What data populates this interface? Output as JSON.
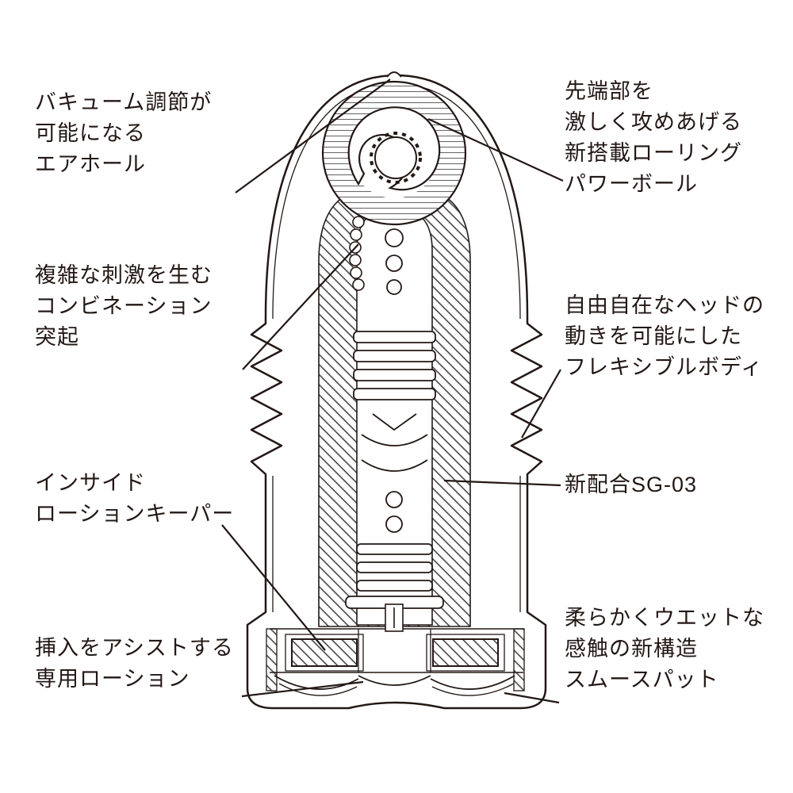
{
  "colors": {
    "line": "#231815",
    "background": "#ffffff"
  },
  "diagram": {
    "title": "product cross-section diagram",
    "labels": {
      "air_hole": {
        "lines": [
          "バキューム調節が",
          "可能になる",
          "エアホール"
        ]
      },
      "power_ball": {
        "lines": [
          "先端部を",
          "激しく攻めあげる",
          "新搭載ローリング",
          "パワーボール"
        ]
      },
      "combination": {
        "lines": [
          "複雑な刺激を生む",
          "コンビネーション",
          "突起"
        ]
      },
      "flexible_body": {
        "lines": [
          "自由自在なヘッドの",
          "動きを可能にした",
          "フレキシブルボディ"
        ]
      },
      "lotion_keeper": {
        "lines": [
          "インサイド",
          "ローションキーパー"
        ]
      },
      "sg03": {
        "lines": [
          "新配合SG-03"
        ]
      },
      "lotion": {
        "lines": [
          "挿入をアシストする",
          "専用ローション"
        ]
      },
      "smooth_pad": {
        "lines": [
          "柔らかくウエットな",
          "感触の新構造",
          "スムースパット"
        ]
      }
    }
  }
}
